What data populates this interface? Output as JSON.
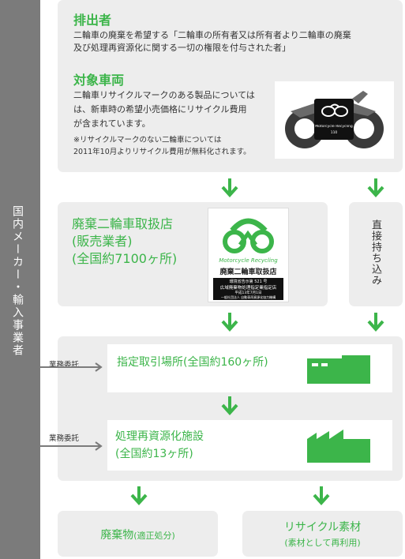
{
  "sidebar": {
    "label": "国内メーカー・輸入事業者"
  },
  "discharger": {
    "heading": "排出者",
    "text1": "二輪車の廃棄を希望する「二輪車の所有者又は所有者より二輪車の廃棄",
    "text2": "及び処理再資源化に関する一切の権限を付与された者」"
  },
  "target": {
    "heading": "対象車両",
    "lines": [
      "二輪車リサイクルマークのある製品については",
      "は、新車時の希望小売価格にリサイクル費用",
      "が含まれています。"
    ],
    "note_lines": [
      "※リサイクルマークのない二輪車については",
      "2011年10月よりリサイクル費用が無料化されます。"
    ],
    "image_label": "Motorcycle Recycling",
    "image_sub": "110"
  },
  "store": {
    "title_lines": [
      "廃棄二輪車取扱店",
      "(販売業者)",
      "(全国約7100ヶ所)"
    ],
    "logo_en": "Motorcycle Recycling",
    "logo_name": "廃棄二輪車取扱店",
    "logo_fine1": "環境省告示第 521 号",
    "logo_fine2": "広域廃棄物処理指定業指定店",
    "logo_fine3": "平成13年7月1日",
    "logo_fine4": "一般社団法人 自動車再資源化協力機構"
  },
  "direct": {
    "label": "直接持ち込み"
  },
  "consign": {
    "label1": "業務委託",
    "label2": "業務委託"
  },
  "yard": {
    "label": "指定取引場所(全国約160ヶ所)"
  },
  "facility": {
    "label1": "処理再資源化施設",
    "label2": "(全国約13ヶ所)"
  },
  "outputs": {
    "waste_main": "廃棄物",
    "waste_sub": "(適正処分)",
    "recycle_main": "リサイクル素材",
    "recycle_sub": "(素材として再利用)"
  },
  "colors": {
    "green": "#3cb54a",
    "sidebar": "#7b7b7b",
    "panel": "#ededed"
  }
}
